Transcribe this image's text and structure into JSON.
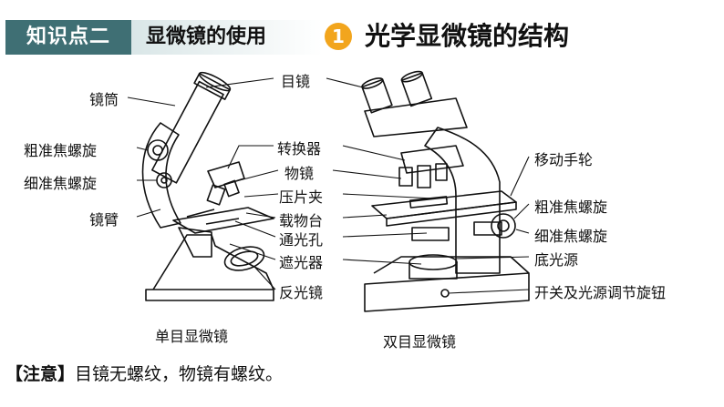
{
  "header": {
    "tag": "知识点二",
    "subtitle": "显微镜的使用",
    "number": "1",
    "title": "光学显微镜的结构"
  },
  "left_labels": {
    "tube": "镜筒",
    "coarse": "粗准焦螺旋",
    "fine": "细准焦螺旋",
    "arm": "镜臂"
  },
  "center_labels": {
    "eyepiece": "目镜",
    "nosepiece": "转换器",
    "objective": "物镜",
    "clip": "压片夹",
    "stage": "载物台",
    "aperture": "通光孔",
    "diaphragm": "遮光器",
    "mirror": "反光镜"
  },
  "right_labels": {
    "mech_stage": "移动手轮",
    "coarse": "粗准焦螺旋",
    "fine": "细准焦螺旋",
    "light": "底光源",
    "switch": "开关及光源调节旋钮"
  },
  "captions": {
    "mono": "单目显微镜",
    "bino": "双目显微镜"
  },
  "note": {
    "bracket_label": "【注意】",
    "text": "目镜无螺纹，物镜有螺纹。"
  }
}
